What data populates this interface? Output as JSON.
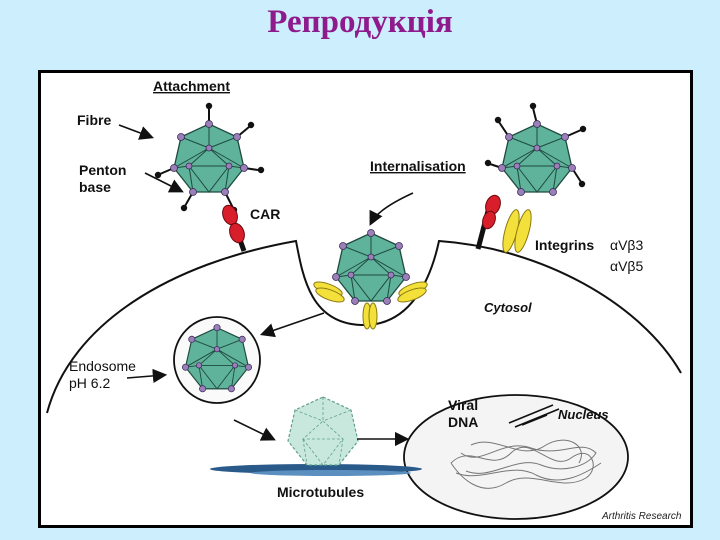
{
  "slide": {
    "title": "Репродукція"
  },
  "labels": {
    "attachment": "Attachment",
    "fibre": "Fibre",
    "penton_line1": "Penton",
    "penton_line2": "base",
    "car": "CAR",
    "internalisation": "Internalisation",
    "integrins": "Integrins",
    "integrin_1": "αVβ3",
    "integrin_2": "αVβ5",
    "cytosol": "Cytosol",
    "endosome_line1": "Endosome",
    "endosome_line2": "pH 6.2",
    "viral_line1": "Viral",
    "viral_line2": "DNA",
    "nucleus": "Nucleus",
    "microtubules": "Microtubules",
    "source": "Arthritis Research"
  },
  "colors": {
    "title": "#8e1a8c",
    "background": "#cdeefd",
    "capsid": "#5fb39b",
    "vertex": "#9a7fb8",
    "integrin": "#f4e03b",
    "car_receptor": "#d81e2b",
    "microtubule": "#2a5a8a"
  }
}
